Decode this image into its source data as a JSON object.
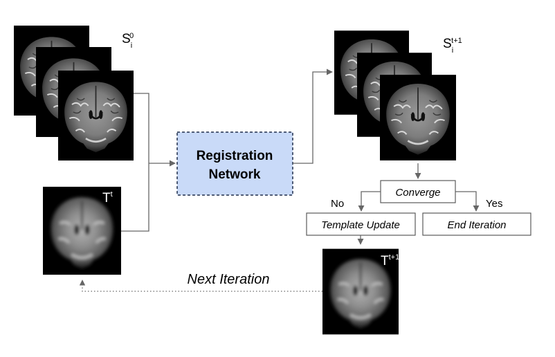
{
  "labels": {
    "s_initial_main": "S",
    "s_initial_sub": "i",
    "s_initial_sup": "0",
    "s_next_main": "S",
    "s_next_sub": "i",
    "s_next_sup": "t+1",
    "template_main": "T",
    "template_sup": "t",
    "template_next_main": "T",
    "template_next_sup": "t+1"
  },
  "registration_network": {
    "line1": "Registration",
    "line2": "Network",
    "fill": "#c9daf8",
    "border": "#1f2d4a"
  },
  "decision": {
    "converge": "Converge",
    "no": "No",
    "yes": "Yes",
    "template_update": "Template Update",
    "end_iteration": "End Iteration"
  },
  "next_iteration": "Next Iteration",
  "colors": {
    "arrow": "#666666",
    "box_border": "#595959",
    "image_bg": "#000000"
  },
  "images": {
    "input_stack": "sharp coronal brain MRI slices",
    "template": "blurred coronal brain template",
    "output_stack": "registered coronal brain MRI slices",
    "template_next": "updated coronal brain template"
  }
}
